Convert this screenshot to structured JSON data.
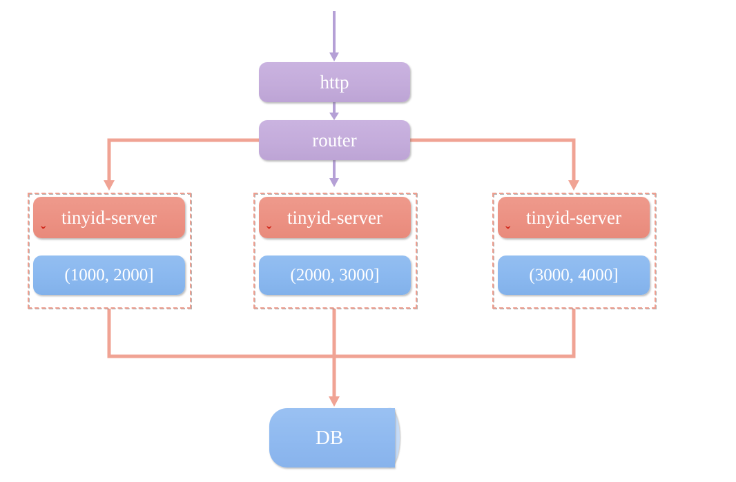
{
  "diagram": {
    "http": {
      "label": "http"
    },
    "router": {
      "label": "router"
    },
    "server_groups": [
      {
        "server_label": "tinyid-server",
        "id_range": "(1000, 2000]"
      },
      {
        "server_label": "tinyid-server",
        "id_range": "(2000, 3000]"
      },
      {
        "server_label": "tinyid-server",
        "id_range": "(3000, 4000]"
      }
    ],
    "db": {
      "label": "DB"
    }
  },
  "icons": {
    "spellcheck_mark": "ˇ"
  },
  "colors": {
    "purple_fill": "#c4acdb",
    "purple_arrow": "#b5a0d6",
    "salmon_fill": "#ec9183",
    "salmon_line": "#f0a394",
    "blue_fill": "#8ab8ef",
    "db_body": "#90baf0",
    "db_cap": "#c5dbf7",
    "dashed_border": "#ee9e8f",
    "label_text": "#ffffff",
    "spellcheck_mark": "#cf2318"
  }
}
